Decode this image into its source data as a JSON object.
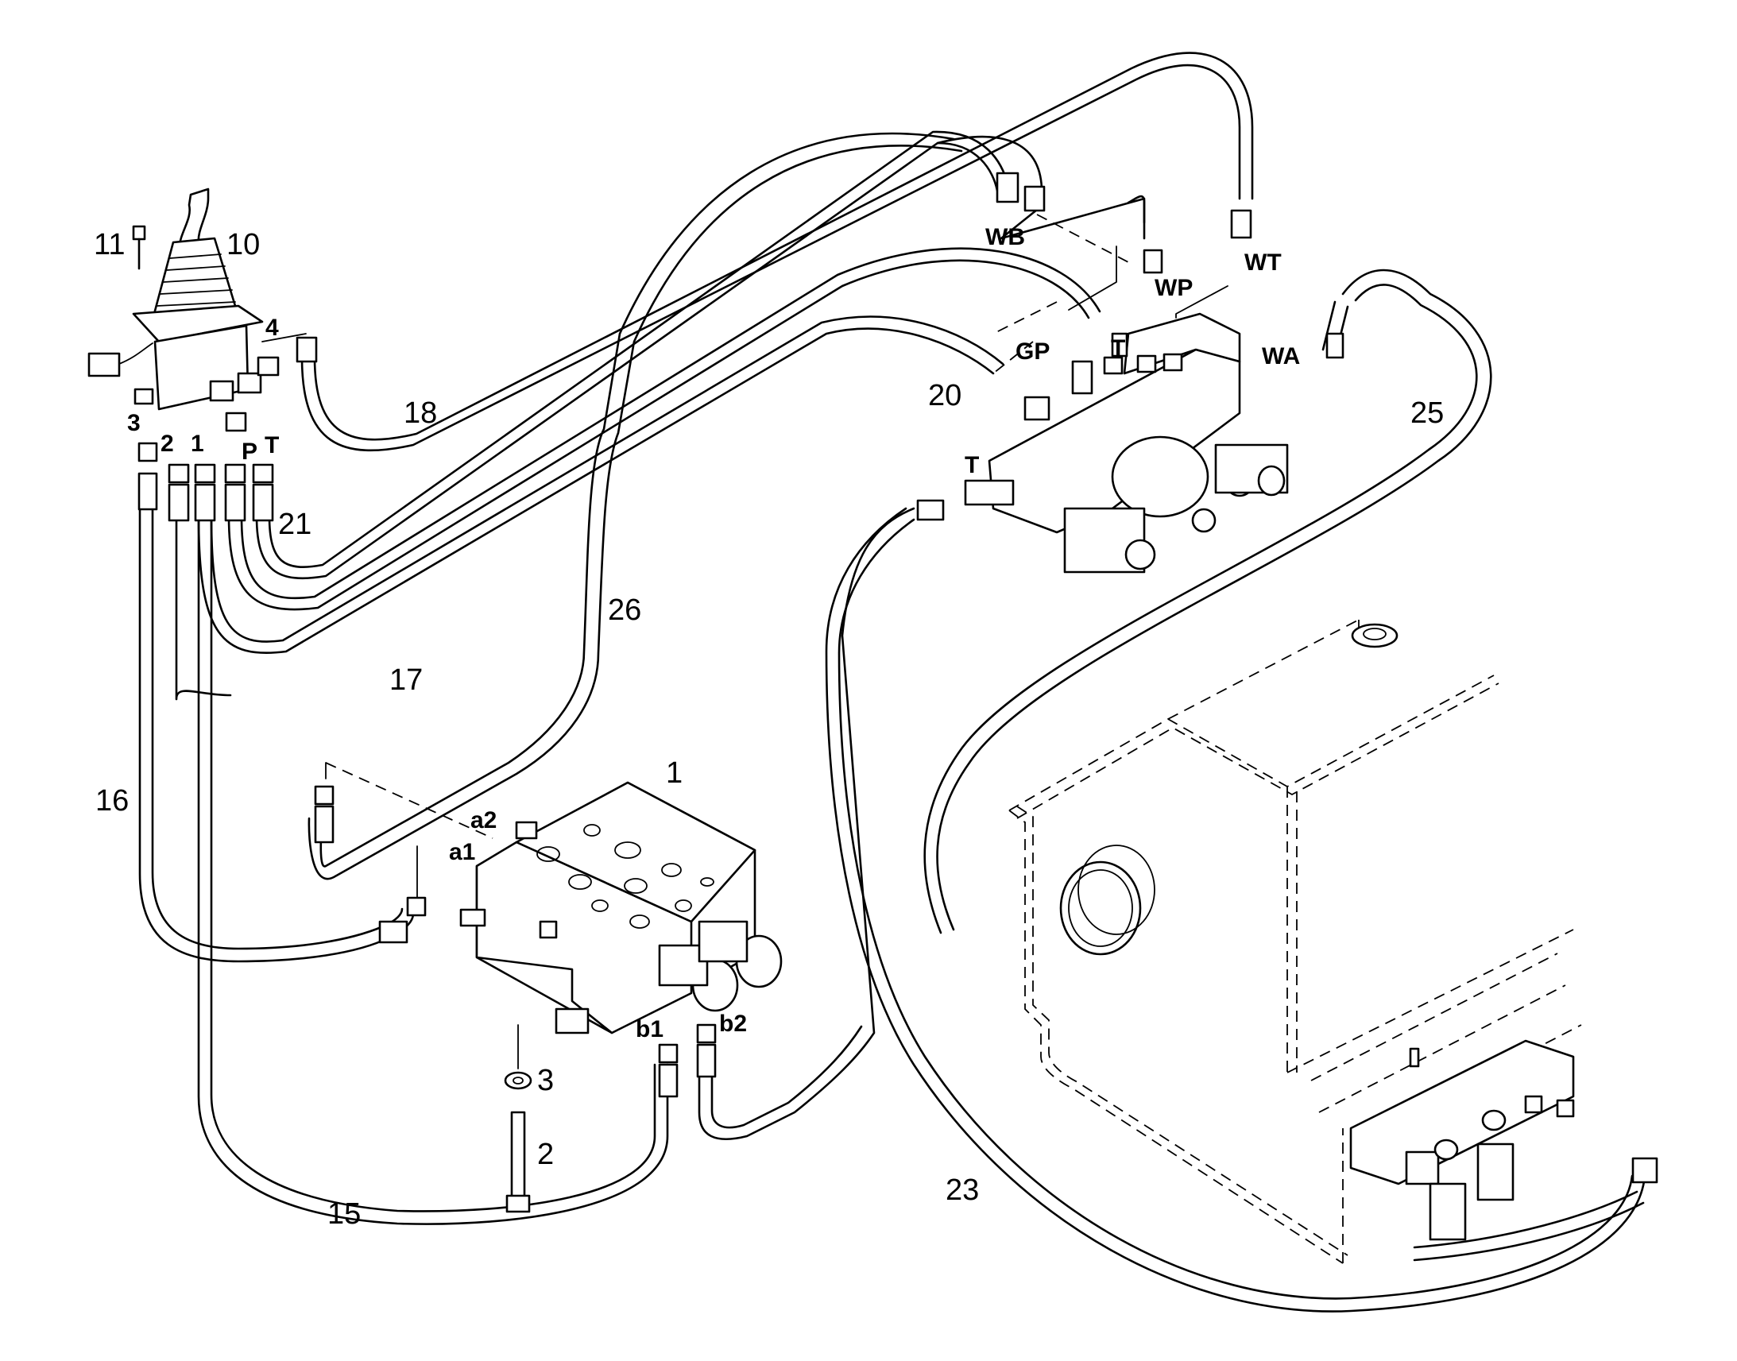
{
  "part_numbers": {
    "n1": "1",
    "n2": "2",
    "n3": "3",
    "n10": "10",
    "n11": "11",
    "n15": "15",
    "n16": "16",
    "n17": "17",
    "n18": "18",
    "n20": "20",
    "n21": "21",
    "n23": "23",
    "n25": "25",
    "n26": "26"
  },
  "port_labels": {
    "joy_4": "4",
    "joy_3": "3",
    "joy_2": "2",
    "joy_1": "1",
    "joy_P": "P",
    "joy_T": "T",
    "WB": "WB",
    "WT": "WT",
    "WP": "WP",
    "WA": "WA",
    "GP": "GP",
    "T_upper": "T",
    "T_left": "T",
    "a1": "a1",
    "a2": "a2",
    "b1": "b1",
    "b2": "b2"
  }
}
